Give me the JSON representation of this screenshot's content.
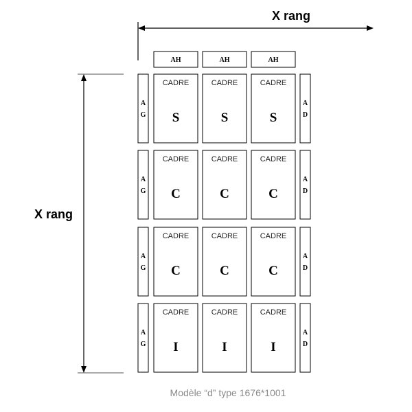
{
  "diagram": {
    "horizontal_label": "X rang",
    "vertical_label": "X rang",
    "caption": "Modèle “d” type 1676*1001",
    "cadre_label": "CADRE",
    "top_row": [
      "AH",
      "AH",
      "AH"
    ],
    "left_column": [
      [
        "A",
        "G"
      ],
      [
        "A",
        "G"
      ],
      [
        "A",
        "G"
      ],
      [
        "A",
        "G"
      ]
    ],
    "right_column": [
      [
        "A",
        "D"
      ],
      [
        "A",
        "D"
      ],
      [
        "A",
        "D"
      ],
      [
        "A",
        "D"
      ]
    ],
    "rows": [
      {
        "letters": [
          "S",
          "S",
          "S"
        ]
      },
      {
        "letters": [
          "C",
          "C",
          "C"
        ]
      },
      {
        "letters": [
          "C",
          "C",
          "C"
        ]
      },
      {
        "letters": [
          "I",
          "I",
          "I"
        ]
      }
    ],
    "colors": {
      "stroke": "#000000",
      "caption": "#8a8a8a"
    }
  }
}
